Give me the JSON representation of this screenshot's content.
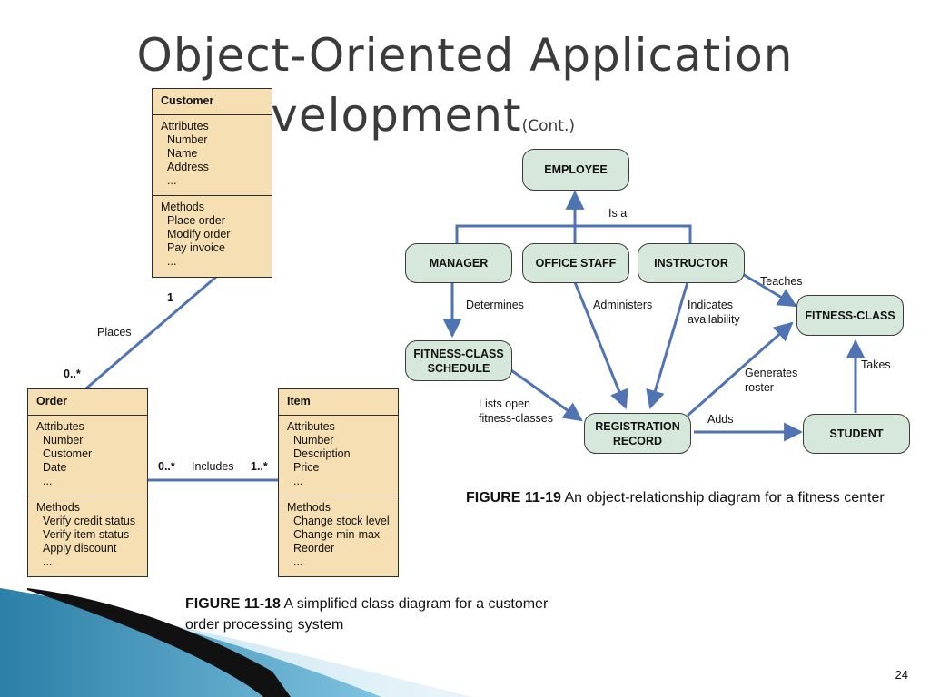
{
  "slide": {
    "title_line1": "Object-Oriented Application",
    "title_line2": "Development",
    "title_suffix": "(Cont.)",
    "page_number": "24"
  },
  "class_diagram": {
    "customer": {
      "name": "Customer",
      "attributes_header": "Attributes",
      "attributes": [
        "Number",
        "Name",
        "Address",
        "..."
      ],
      "methods_header": "Methods",
      "methods": [
        "Place order",
        "Modify order",
        "Pay invoice",
        "..."
      ]
    },
    "order": {
      "name": "Order",
      "attributes_header": "Attributes",
      "attributes": [
        "Number",
        "Customer",
        "Date",
        "..."
      ],
      "methods_header": "Methods",
      "methods": [
        "Verify credit status",
        "Verify item status",
        "Apply discount",
        "..."
      ]
    },
    "item": {
      "name": "Item",
      "attributes_header": "Attributes",
      "attributes": [
        "Number",
        "Description",
        "Price",
        "..."
      ],
      "methods_header": "Methods",
      "methods": [
        "Change stock level",
        "Change min-max",
        "Reorder",
        "..."
      ]
    },
    "labels": {
      "mult_customer": "1",
      "places": "Places",
      "mult_order_top": "0..*",
      "mult_order_right": "0..*",
      "includes": "Includes",
      "mult_item": "1..*"
    },
    "caption_fig": "FIGURE 11-18",
    "caption_text": " A simplified class diagram for a customer order processing system"
  },
  "object_diagram": {
    "nodes": {
      "employee": "EMPLOYEE",
      "manager": "MANAGER",
      "office_staff": "OFFICE STAFF",
      "instructor": "INSTRUCTOR",
      "fitness_class": "FITNESS-CLASS",
      "schedule_line1": "FITNESS-CLASS",
      "schedule_line2": "SCHEDULE",
      "registration_line1": "REGISTRATION",
      "registration_line2": "RECORD",
      "student": "STUDENT"
    },
    "labels": {
      "is_a": "Is a",
      "teaches": "Teaches",
      "determines": "Determines",
      "administers": "Administers",
      "indicates_line1": "Indicates",
      "indicates_line2": "availability",
      "generates_line1": "Generates",
      "generates_line2": "roster",
      "takes": "Takes",
      "lists_line1": "Lists open",
      "lists_line2": "fitness-classes",
      "adds": "Adds"
    },
    "line_color": "#5073b3",
    "caption_fig": "FIGURE 11-19",
    "caption_text": " An object-relationship diagram for a fitness center"
  }
}
